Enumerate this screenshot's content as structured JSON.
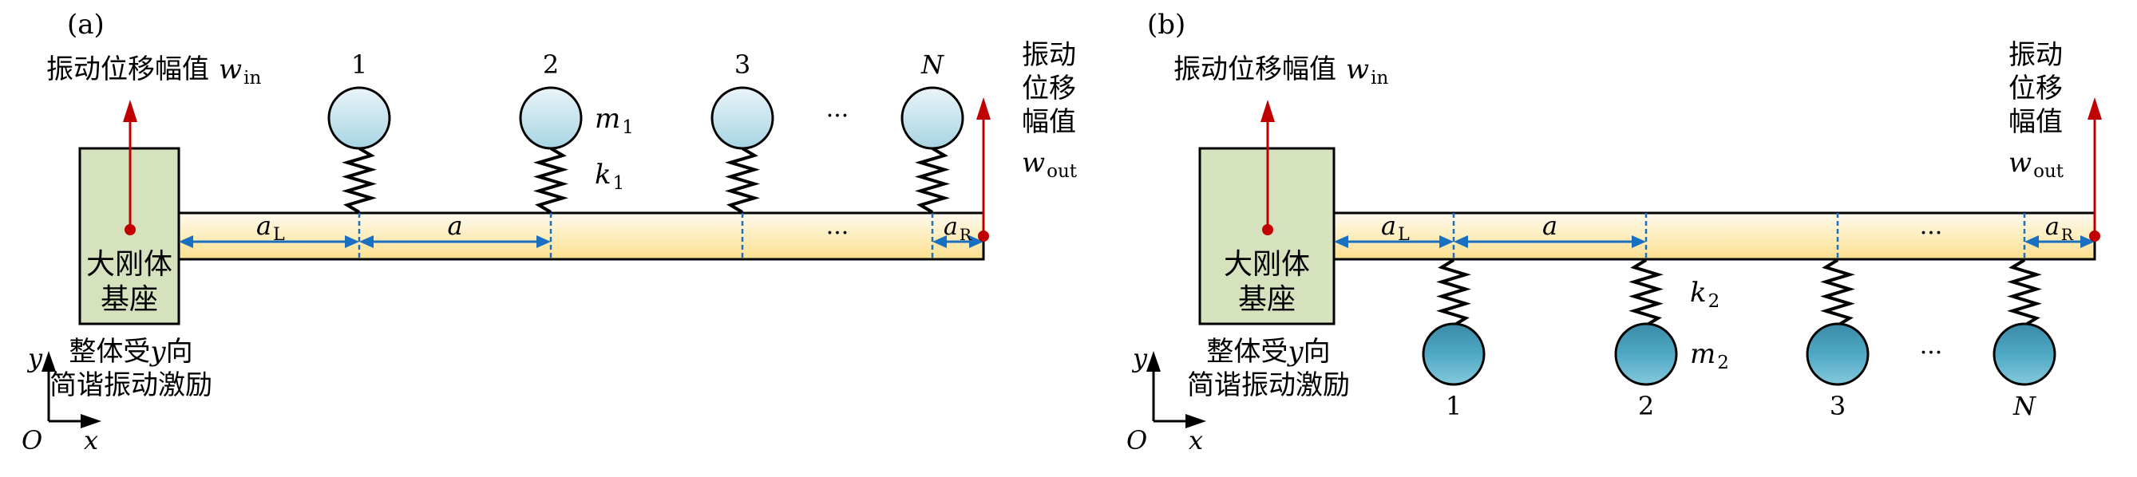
{
  "figure": {
    "panels": [
      {
        "id": "a",
        "label": "(a)",
        "resonator_side": "above",
        "input_label": "振动位移幅值",
        "input_symbol": "w",
        "input_sub": "in",
        "output_label_lines": [
          "振动",
          "位移",
          "幅值"
        ],
        "output_symbol": "w",
        "output_sub": "out",
        "base_lines": [
          "大刚体",
          "基座"
        ],
        "excitation_lines": [
          "整体受",
          "y",
          "向",
          "简谐振动激励"
        ],
        "resonator_indices": [
          "1",
          "2",
          "3",
          "N"
        ],
        "ellipsis": "···",
        "mass_symbol": "m",
        "mass_sub": "1",
        "spring_symbol": "k",
        "spring_sub": "1",
        "dim_left": {
          "symbol": "a",
          "sub": "L"
        },
        "dim_period": {
          "symbol": "a"
        },
        "dim_right": {
          "symbol": "a",
          "sub": "R"
        },
        "axes": {
          "origin": "O",
          "x": "x",
          "y": "y"
        }
      },
      {
        "id": "b",
        "label": "(b)",
        "resonator_side": "below",
        "input_label": "振动位移幅值",
        "input_symbol": "w",
        "input_sub": "in",
        "output_label_lines": [
          "振动",
          "位移",
          "幅值"
        ],
        "output_symbol": "w",
        "output_sub": "out",
        "base_lines": [
          "大刚体",
          "基座"
        ],
        "excitation_lines": [
          "整体受",
          "y",
          "向",
          "简谐振动激励"
        ],
        "resonator_indices": [
          "1",
          "2",
          "3",
          "N"
        ],
        "ellipsis": "···",
        "mass_symbol": "m",
        "mass_sub": "2",
        "spring_symbol": "k",
        "spring_sub": "2",
        "dim_left": {
          "symbol": "a",
          "sub": "L"
        },
        "dim_period": {
          "symbol": "a"
        },
        "dim_right": {
          "symbol": "a",
          "sub": "R"
        },
        "axes": {
          "origin": "O",
          "x": "x",
          "y": "y"
        }
      }
    ],
    "colors": {
      "base_fill": "#d6e2be",
      "beam_top": "#fffaf0",
      "beam_bottom": "#fbe08c",
      "arrow_red": "#c00000",
      "dim_blue": "#1a70c0",
      "mass_a_top": "#eaf4f9",
      "mass_a_bottom": "#a8d4e2",
      "mass_b_top": "#3a8aa6",
      "mass_b_bottom": "#84c8dc"
    }
  }
}
